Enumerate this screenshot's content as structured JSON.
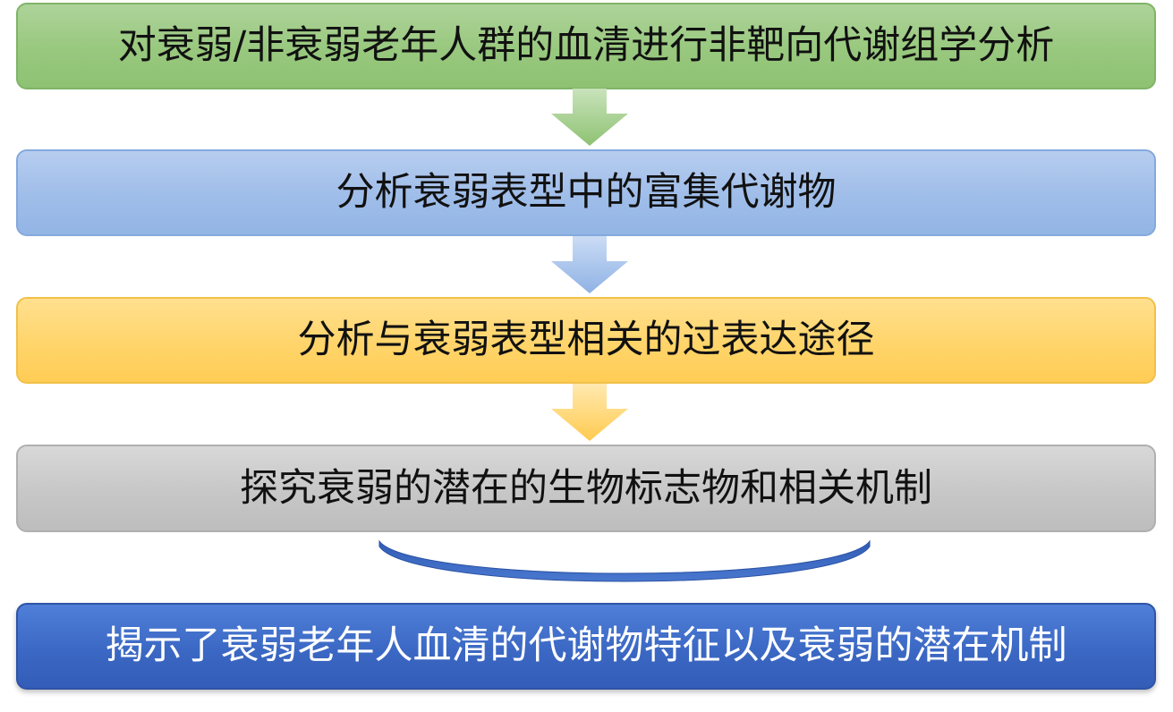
{
  "steps": [
    {
      "label": "对衰弱/非衰弱老年人群的血清进行非靶向代谢组学分析",
      "color": "#98c87e"
    },
    {
      "label": "分析衰弱表型中的富集代谢物",
      "color": "#9fbde9"
    },
    {
      "label": "分析与衰弱表型相关的过表达途径",
      "color": "#ffd46a"
    },
    {
      "label": "探究衰弱的潜在的生物标志物和相关机制",
      "color": "#c7c7c7"
    }
  ],
  "result": {
    "label": "揭示了衰弱老年人血清的代谢物特征以及衰弱的潜在机制",
    "color": "#3b68c4"
  }
}
